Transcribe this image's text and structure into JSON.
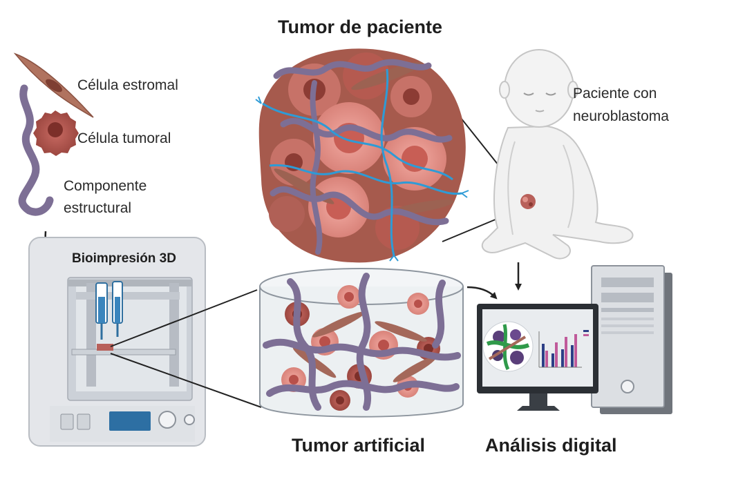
{
  "titles": {
    "patient_tumor": "Tumor de paciente",
    "artificial_tumor": "Tumor artificial",
    "digital_analysis": "Análisis digital"
  },
  "legend": {
    "stromal_cell": "Célula estromal",
    "tumor_cell": "Célula tumoral",
    "structural_line1": "Componente",
    "structural_line2": "estructural"
  },
  "patient": {
    "line1": "Paciente con",
    "line2": "neuroblastoma"
  },
  "printer": {
    "label": "Bioimpresión 3D"
  },
  "colors": {
    "tumor_cell": "#b5574f",
    "tumor_cell_light": "#e8928a",
    "stromal_cell": "#a4685a",
    "structural": "#7d6f95",
    "vessel": "#2e9bd6",
    "printer_body": "#e4e6ea",
    "monitor_screen": "#e9ecef"
  }
}
